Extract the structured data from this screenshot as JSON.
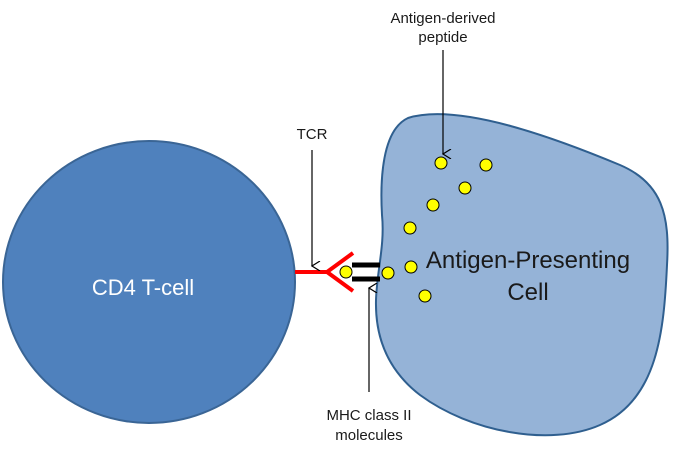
{
  "diagram": {
    "tcell_label": "CD4 T-cell",
    "apc_label_line1": "Antigen-Presenting",
    "apc_label_line2": "Cell",
    "tcr_label": "TCR",
    "peptide_label_line1": "Antigen-derived",
    "peptide_label_line2": "peptide",
    "mhc_label_line1": "MHC class II",
    "mhc_label_line2": "molecules"
  },
  "colors": {
    "tcell_fill": "#4f81bd",
    "tcell_stroke": "#3a6595",
    "apc_fill": "#95b3d7",
    "apc_stroke": "#2f5f8f",
    "tcr": "#ff0000",
    "peptide_fill": "#ffff00",
    "mhc": "#000000"
  }
}
